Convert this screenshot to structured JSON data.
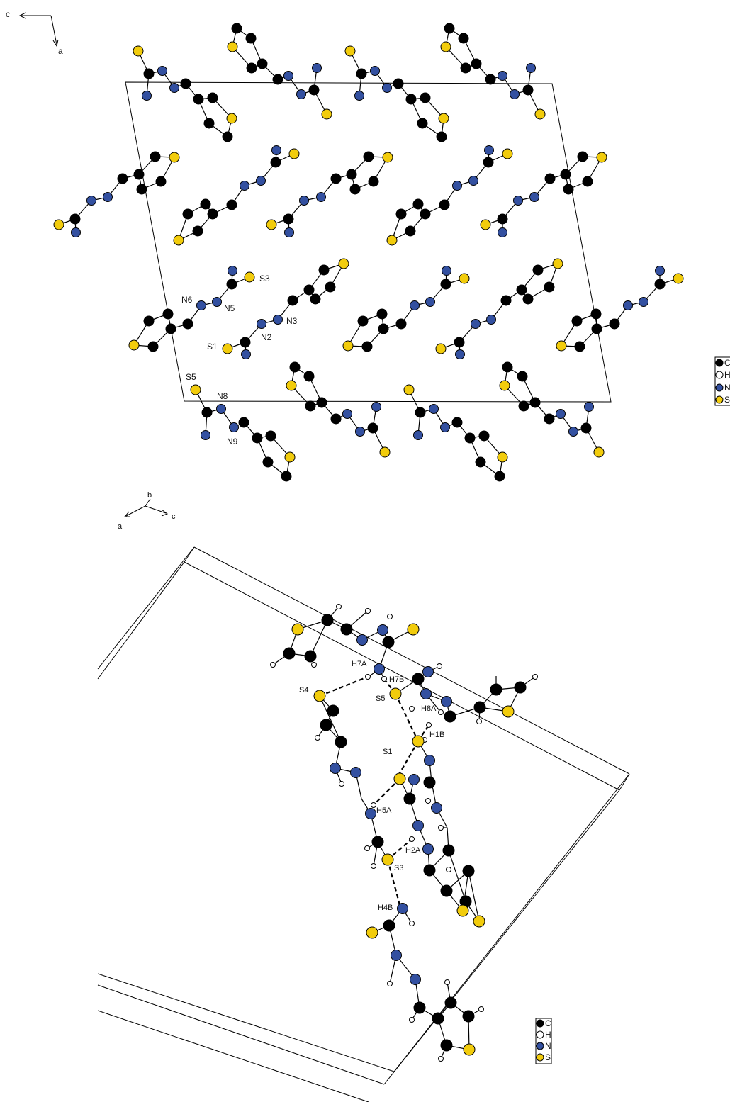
{
  "panel_top": {
    "axes": {
      "c": "c",
      "a": "a"
    },
    "labels": {
      "S3": "S3",
      "N6": "N6",
      "N5": "N5",
      "N3": "N3",
      "N2": "N2",
      "S1": "S1",
      "S5": "S5",
      "N8": "N8",
      "N9": "N9"
    },
    "legend": [
      "C",
      "H",
      "N",
      "S"
    ]
  },
  "panel_bottom": {
    "axes": {
      "b": "b",
      "a": "a",
      "c": "c"
    },
    "labels": {
      "H7A": "H7A",
      "H7B": "H7B",
      "S4": "S4",
      "S5": "S5",
      "H8A": "H8A",
      "H1B": "H1B",
      "S1": "S1",
      "H5A": "H5A",
      "H2A": "H2A",
      "S3": "S3",
      "H4B": "H4B"
    },
    "legend": [
      "C",
      "H",
      "N",
      "S"
    ]
  },
  "colors": {
    "C": "#000000",
    "H": "#ffffff",
    "N": "#3350a0",
    "S": "#f2cc0c"
  }
}
